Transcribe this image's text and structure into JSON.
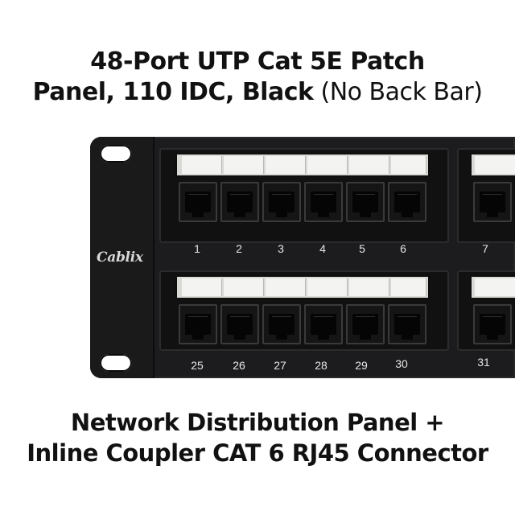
{
  "title": {
    "line1": "48-Port UTP Cat 5E Patch",
    "line2_bold": "Panel, 110 IDC, Black",
    "line2_light": " (No Back Bar)"
  },
  "panel": {
    "brand": "Cablix",
    "port_numbers_top": [
      "1",
      "2",
      "3",
      "4",
      "5",
      "6",
      "7"
    ],
    "port_numbers_bottom": [
      "25",
      "26",
      "27",
      "28",
      "29",
      "30",
      "31"
    ],
    "colors": {
      "panel": "#1c1c1e",
      "label": "#f3f3f1"
    }
  },
  "caption": {
    "line1": "Network Distribution Panel +",
    "line2": "Inline Coupler CAT 6 RJ45 Connector"
  }
}
